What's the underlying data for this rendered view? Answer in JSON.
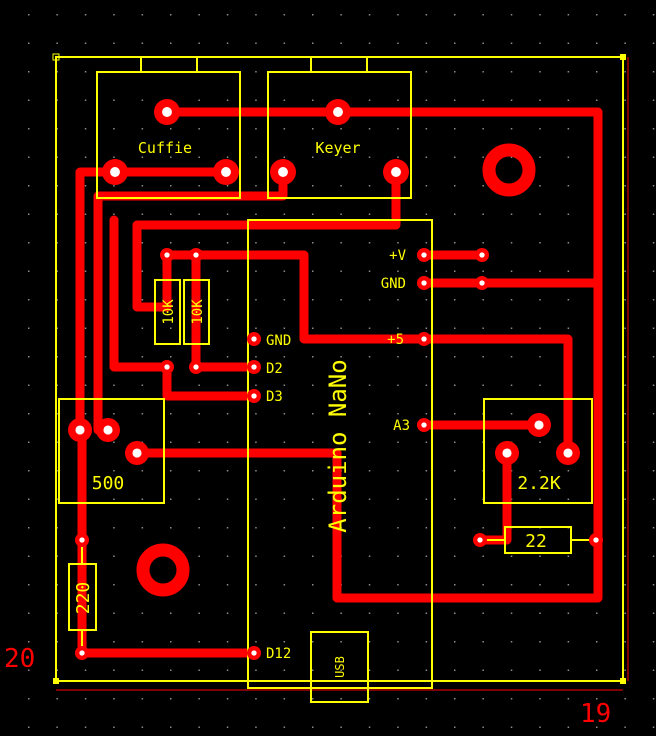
{
  "colors": {
    "background": "#000000",
    "copper": "#ff0000",
    "silkscreen": "#ffff00",
    "grid_dot": "#8c8c8c",
    "drill": "#ffffff"
  },
  "board": {
    "dimensions": {
      "height": "20",
      "width": "19"
    }
  },
  "components": {
    "jack_headphones": {
      "label": "Cuffie"
    },
    "jack_keyer": {
      "label": "Keyer"
    },
    "arduino": {
      "label": "Arduino NaNo",
      "usb": "USB"
    },
    "resistor_r1": {
      "label": "10K"
    },
    "resistor_r2": {
      "label": "10K"
    },
    "trimmer_500": {
      "label": "500"
    },
    "trimmer_2k2": {
      "label": "2.2K"
    },
    "resistor_22": {
      "label": "22"
    },
    "resistor_220": {
      "label": "220"
    }
  },
  "arduino_pins": {
    "gnd_left": "GND",
    "d2": "D2",
    "d3": "D3",
    "d12": "D12",
    "vin": "+V",
    "gnd_right": "GND",
    "plus5": "+5",
    "a3": "A3"
  }
}
